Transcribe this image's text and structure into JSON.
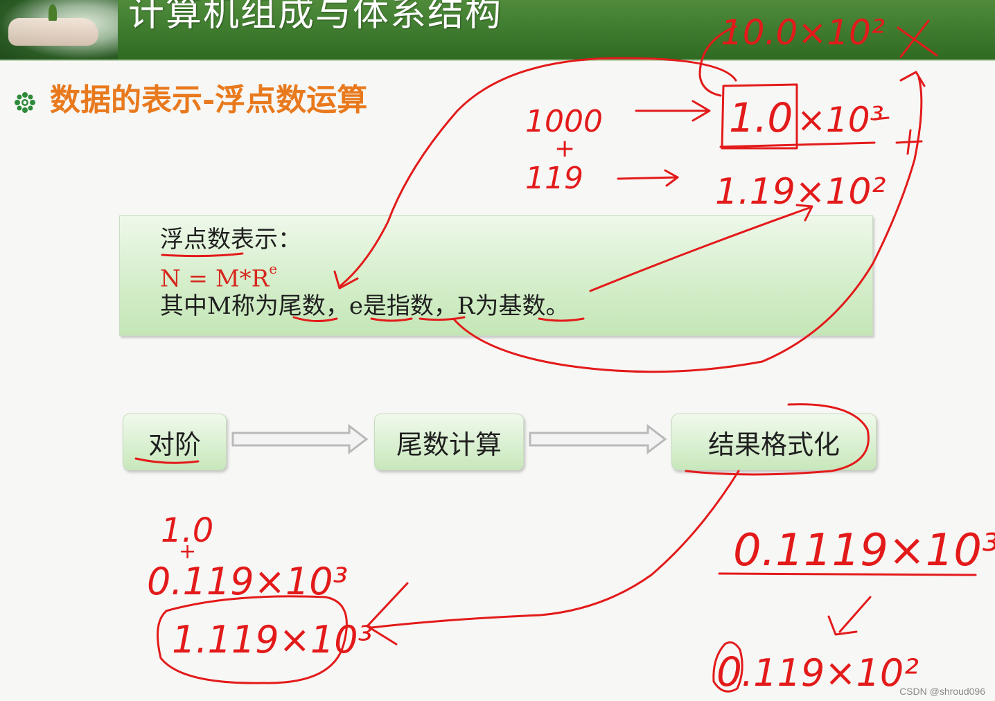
{
  "header": {
    "title": "计算机组成与体系结构"
  },
  "slide": {
    "subtitle": "数据的表示-浮点数运算",
    "definition": {
      "line1": "浮点数表示：",
      "line2_main": "N = M*R",
      "line2_sup": "e",
      "line3": "其中M称为尾数，e是指数，R为基数。"
    },
    "process_steps": [
      "对阶",
      "尾数计算",
      "结果格式化"
    ]
  },
  "annotations": {
    "top_right_crossed": "10.0×10²",
    "operand_a": "1000",
    "plus": "+",
    "operand_b": "119",
    "a_normalized_mantissa": "1.0",
    "a_normalized_power": "×10³",
    "b_normalized": "1.19×10²",
    "aligned_a": "1.0",
    "aligned_b": "0.119×10³",
    "aligned_sum": "1.119×10³",
    "format_example": "0.1119×10³",
    "format_result_digit": "0",
    "format_result_rest": ".119×10²"
  },
  "colors": {
    "header_green": "#3e7a2e",
    "subtitle_orange": "#e8791d",
    "box_green": "#d5eecb",
    "annotation_red": "#e31a1a"
  },
  "watermark": "CSDN @shroud096"
}
